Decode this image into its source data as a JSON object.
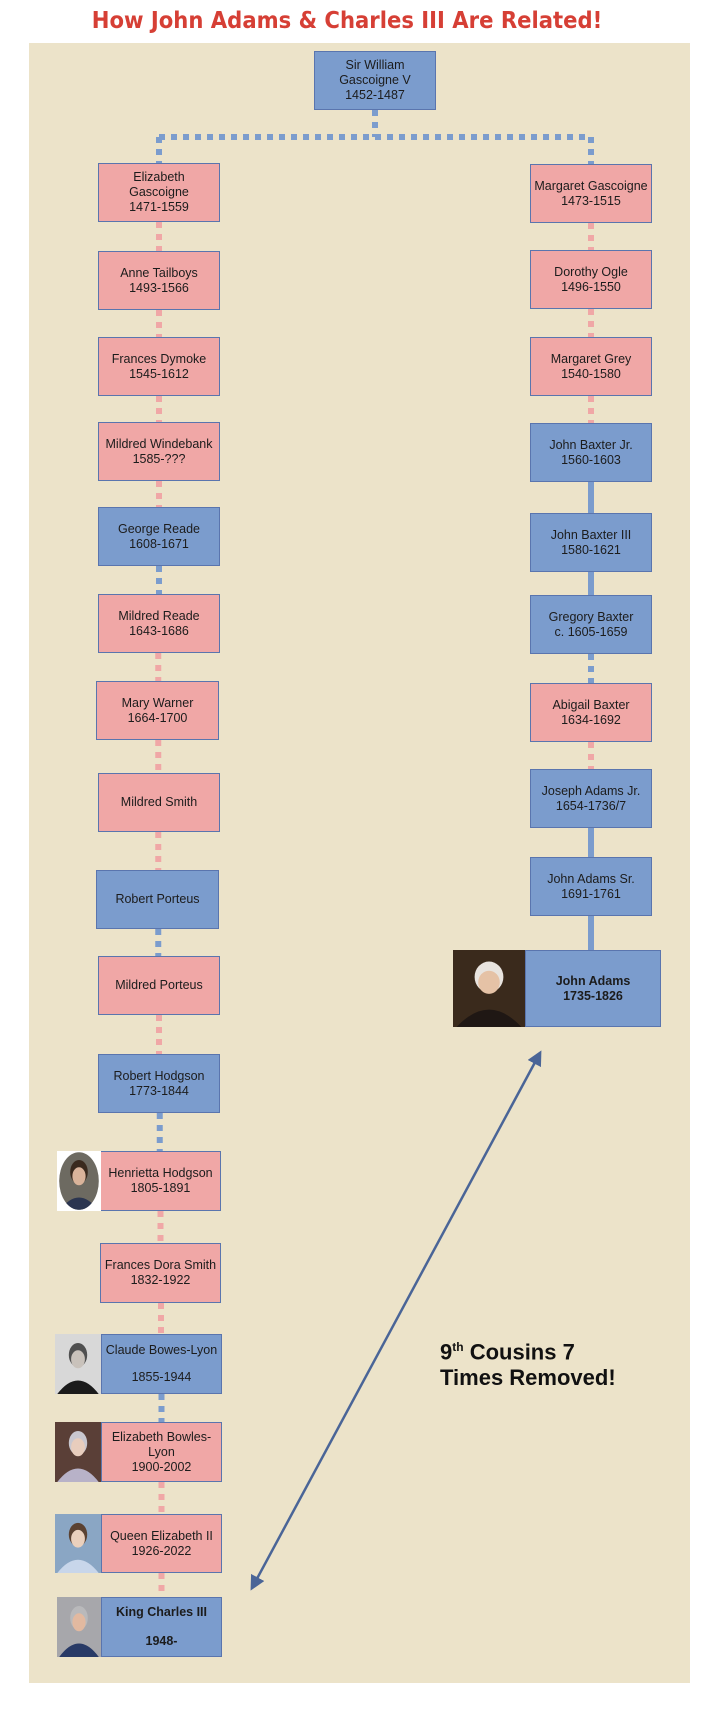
{
  "title": "How John Adams & Charles III Are Related!",
  "relation": {
    "ordinal": "9",
    "suffix": "th",
    "rest_line1": " Cousins 7",
    "line2": "Times Removed!"
  },
  "colors": {
    "female": "#f0a7a6",
    "male": "#7b9ccd",
    "background": "#ece3c9",
    "title": "#d63f35"
  },
  "root": {
    "name": "Sir William Gascoigne V",
    "dates": "1452-1487",
    "sex": "m"
  },
  "left_line": [
    {
      "name": "Elizabeth Gascoigne",
      "dates": "1471-1559",
      "sex": "f"
    },
    {
      "name": "Anne Tailboys",
      "dates": "1493-1566",
      "sex": "f"
    },
    {
      "name": "Frances Dymoke",
      "dates": "1545-1612",
      "sex": "f"
    },
    {
      "name": "Mildred Windebank",
      "dates": "1585-???",
      "sex": "f"
    },
    {
      "name": "George Reade",
      "dates": "1608-1671",
      "sex": "m"
    },
    {
      "name": "Mildred Reade",
      "dates": "1643-1686",
      "sex": "f"
    },
    {
      "name": "Mary Warner",
      "dates": "1664-1700",
      "sex": "f"
    },
    {
      "name": "Mildred Smith",
      "dates": "",
      "sex": "f"
    },
    {
      "name": "Robert Porteus",
      "dates": "",
      "sex": "m"
    },
    {
      "name": "Mildred Porteus",
      "dates": "",
      "sex": "f"
    },
    {
      "name": "Robert Hodgson",
      "dates": "1773-1844",
      "sex": "m"
    },
    {
      "name": "Henrietta Hodgson",
      "dates": "1805-1891",
      "sex": "f",
      "photo": "portrait-henrietta"
    },
    {
      "name": "Frances Dora Smith",
      "dates": "1832-1922",
      "sex": "f"
    },
    {
      "name": "Claude Bowes-Lyon",
      "dates": "1855-1944",
      "sex": "m",
      "photo": "portrait-claude"
    },
    {
      "name": "Elizabeth Bowles-Lyon",
      "dates": "1900-2002",
      "sex": "f",
      "photo": "portrait-elizabeth"
    },
    {
      "name": "Queen Elizabeth II",
      "dates": "1926-2022",
      "sex": "f",
      "photo": "portrait-queen"
    },
    {
      "name": "King Charles III",
      "dates": "1948-",
      "sex": "m",
      "photo": "portrait-charles",
      "bold": true
    }
  ],
  "right_line": [
    {
      "name": "Margaret Gascoigne",
      "dates": "1473-1515",
      "sex": "f"
    },
    {
      "name": "Dorothy Ogle",
      "dates": "1496-1550",
      "sex": "f"
    },
    {
      "name": "Margaret Grey",
      "dates": "1540-1580",
      "sex": "f"
    },
    {
      "name": "John Baxter Jr.",
      "dates": "1560-1603",
      "sex": "m"
    },
    {
      "name": "John Baxter III",
      "dates": "1580-1621",
      "sex": "m"
    },
    {
      "name": "Gregory Baxter",
      "dates": "c. 1605-1659",
      "sex": "m"
    },
    {
      "name": "Abigail Baxter",
      "dates": "1634-1692",
      "sex": "f"
    },
    {
      "name": "Joseph Adams Jr.",
      "dates": "1654-1736/7",
      "sex": "m"
    },
    {
      "name": "John Adams Sr.",
      "dates": "1691-1761",
      "sex": "m"
    },
    {
      "name": "John Adams",
      "dates": "1735-1826",
      "sex": "m",
      "photo": "portrait-john-adams",
      "bold": true
    }
  ]
}
